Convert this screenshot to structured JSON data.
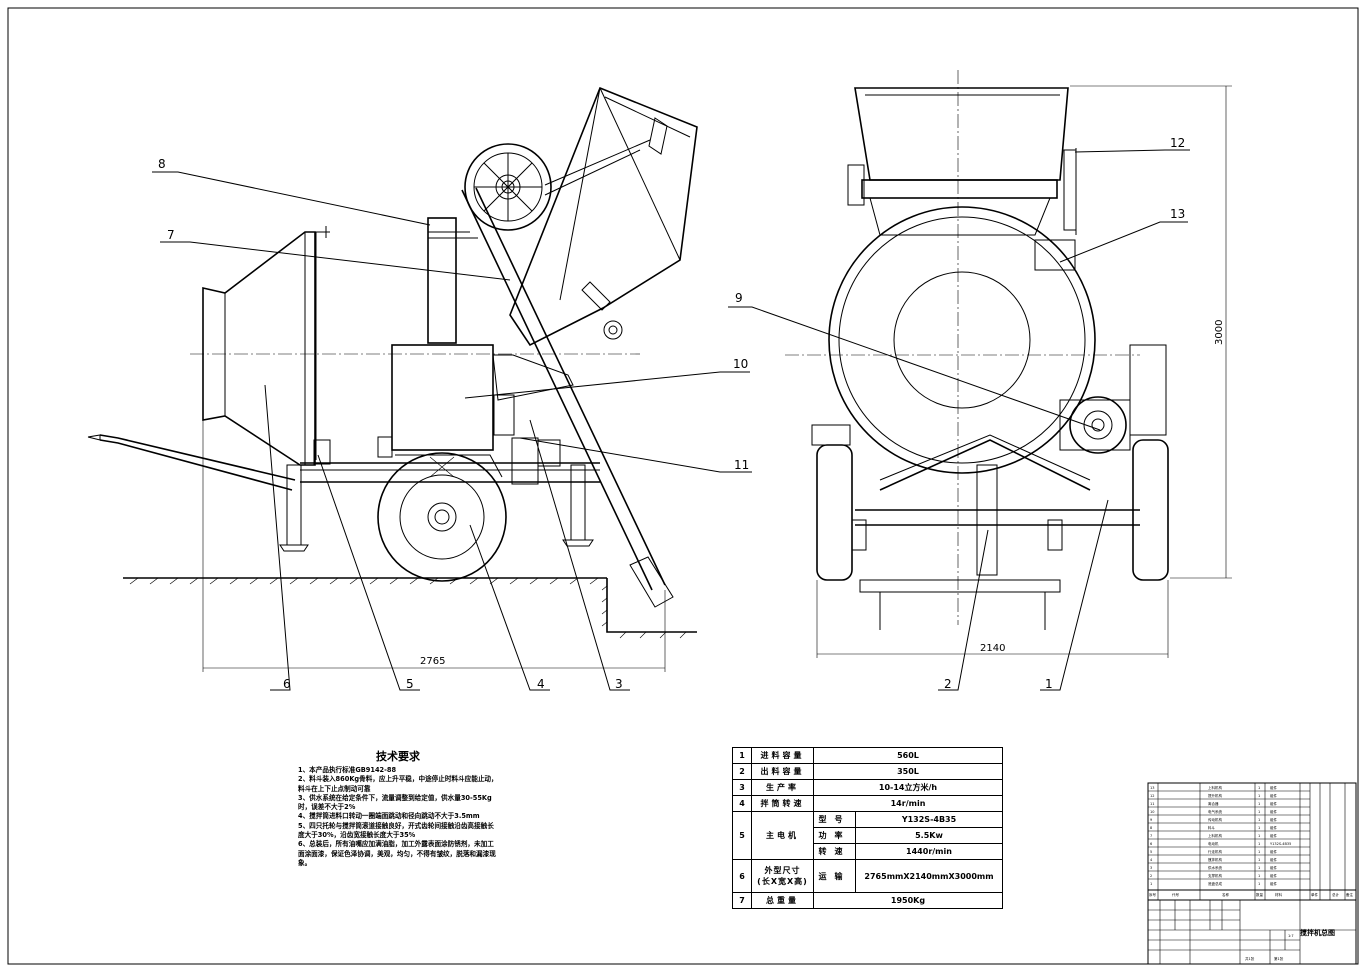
{
  "drawing": {
    "title": "搅拌机总图",
    "dimensions": {
      "side_length": "2765",
      "front_width": "2140",
      "height": "3000"
    },
    "part_callouts": [
      "1",
      "2",
      "3",
      "4",
      "5",
      "6",
      "7",
      "8",
      "9",
      "10",
      "11",
      "12",
      "13"
    ]
  },
  "requirements": {
    "title": "技术要求",
    "items": [
      "1、本产品执行标准GB9142-88",
      "2、料斗装入860Kg骨料，应上升平稳，中途停止时料斗应能止动，料斗在上下止点制动可靠",
      "3、供水系统在给定条件下，流量调整到给定值，供水量30-55Kg时，误差不大于2%",
      "4、搅拌筒进料口转动一圈端面跳动和径向跳动不大于3.5mm",
      "5、四只托轮与搅拌筒滚道接触良好，开式齿轮间接触沿齿高接触长度大于30%，沿齿宽接触长度大于35%",
      "6、总装后，所有油嘴应加满油脂，加工外露表面涂防锈剂，未加工面涂面漆，保证色泽协调，美观，均匀，不得有皱纹，脱落和漏漆现象。"
    ]
  },
  "specs": {
    "rows": [
      {
        "no": "1",
        "param": "进料容量",
        "value": "560L"
      },
      {
        "no": "2",
        "param": "出料容量",
        "value": "350L"
      },
      {
        "no": "3",
        "param": "生产率",
        "value": "10-14立方米/h"
      },
      {
        "no": "4",
        "param": "拌筒转速",
        "value": "14r/min"
      }
    ],
    "motor": {
      "no": "5",
      "param": "主电机",
      "rows": [
        {
          "key": "型号",
          "value": "Y132S-4B35"
        },
        {
          "key": "功率",
          "value": "5.5Kw"
        },
        {
          "key": "转速",
          "value": "1440r/min"
        }
      ]
    },
    "size": {
      "no": "6",
      "param": "外型尺寸",
      "sub": "(长X宽X高)",
      "key": "运输",
      "value": "2765mmX2140mmX3000mm"
    },
    "weight": {
      "no": "7",
      "param": "总重量",
      "value": "1950Kg"
    }
  },
  "title_block": {
    "bom_items": [
      {
        "no": "13",
        "name": "上料机构",
        "qty": "1",
        "mat": "组件"
      },
      {
        "no": "12",
        "name": "提升机构",
        "qty": "1",
        "mat": "组件"
      },
      {
        "no": "11",
        "name": "离合器",
        "qty": "1",
        "mat": "组件"
      },
      {
        "no": "10",
        "name": "电气系统",
        "qty": "1",
        "mat": "组件"
      },
      {
        "no": "9",
        "name": "传动机构",
        "qty": "1",
        "mat": "组件"
      },
      {
        "no": "8",
        "name": "料斗",
        "qty": "1",
        "mat": "组件"
      },
      {
        "no": "7",
        "name": "上料机构",
        "qty": "1",
        "mat": "组件"
      },
      {
        "no": "6",
        "name": "电动机",
        "qty": "1",
        "mat": "Y132S-4B35"
      },
      {
        "no": "5",
        "name": "行走机构",
        "qty": "1",
        "mat": "组件"
      },
      {
        "no": "4",
        "name": "搅拌机构",
        "qty": "1",
        "mat": "组件"
      },
      {
        "no": "3",
        "name": "供水系统",
        "qty": "1",
        "mat": "组件"
      },
      {
        "no": "2",
        "name": "支撑机构",
        "qty": "1",
        "mat": "组件"
      },
      {
        "no": "1",
        "name": "底盘总成",
        "qty": "1",
        "mat": "组件"
      }
    ],
    "header": [
      "序号",
      "代号",
      "名称",
      "数量",
      "材料",
      "单件",
      "总计",
      "备注"
    ],
    "scale": "1:7",
    "sheets": "共1张",
    "sheet_no": "第1张"
  }
}
